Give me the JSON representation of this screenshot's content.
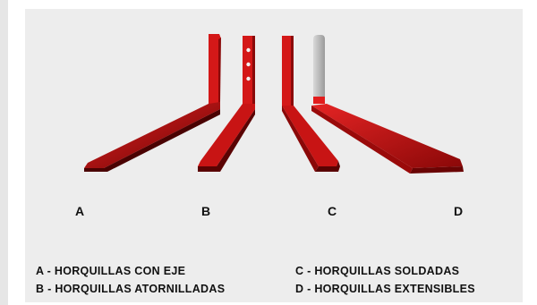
{
  "figure": {
    "letters": [
      "A",
      "B",
      "C",
      "D"
    ],
    "legend": {
      "a": "A - HORQUILLAS CON EJE",
      "b": "B - HORQUILLAS ATORNILLADAS",
      "c": "C - HORQUILLAS SOLDADAS",
      "d": "D - HORQUILLAS EXTENSIBLES"
    }
  },
  "colors": {
    "panel_bg": "#ededed",
    "fork_red": "#d81a1a",
    "fork_dark": "#7a0606",
    "extension_gray": "#bcbcbc"
  }
}
